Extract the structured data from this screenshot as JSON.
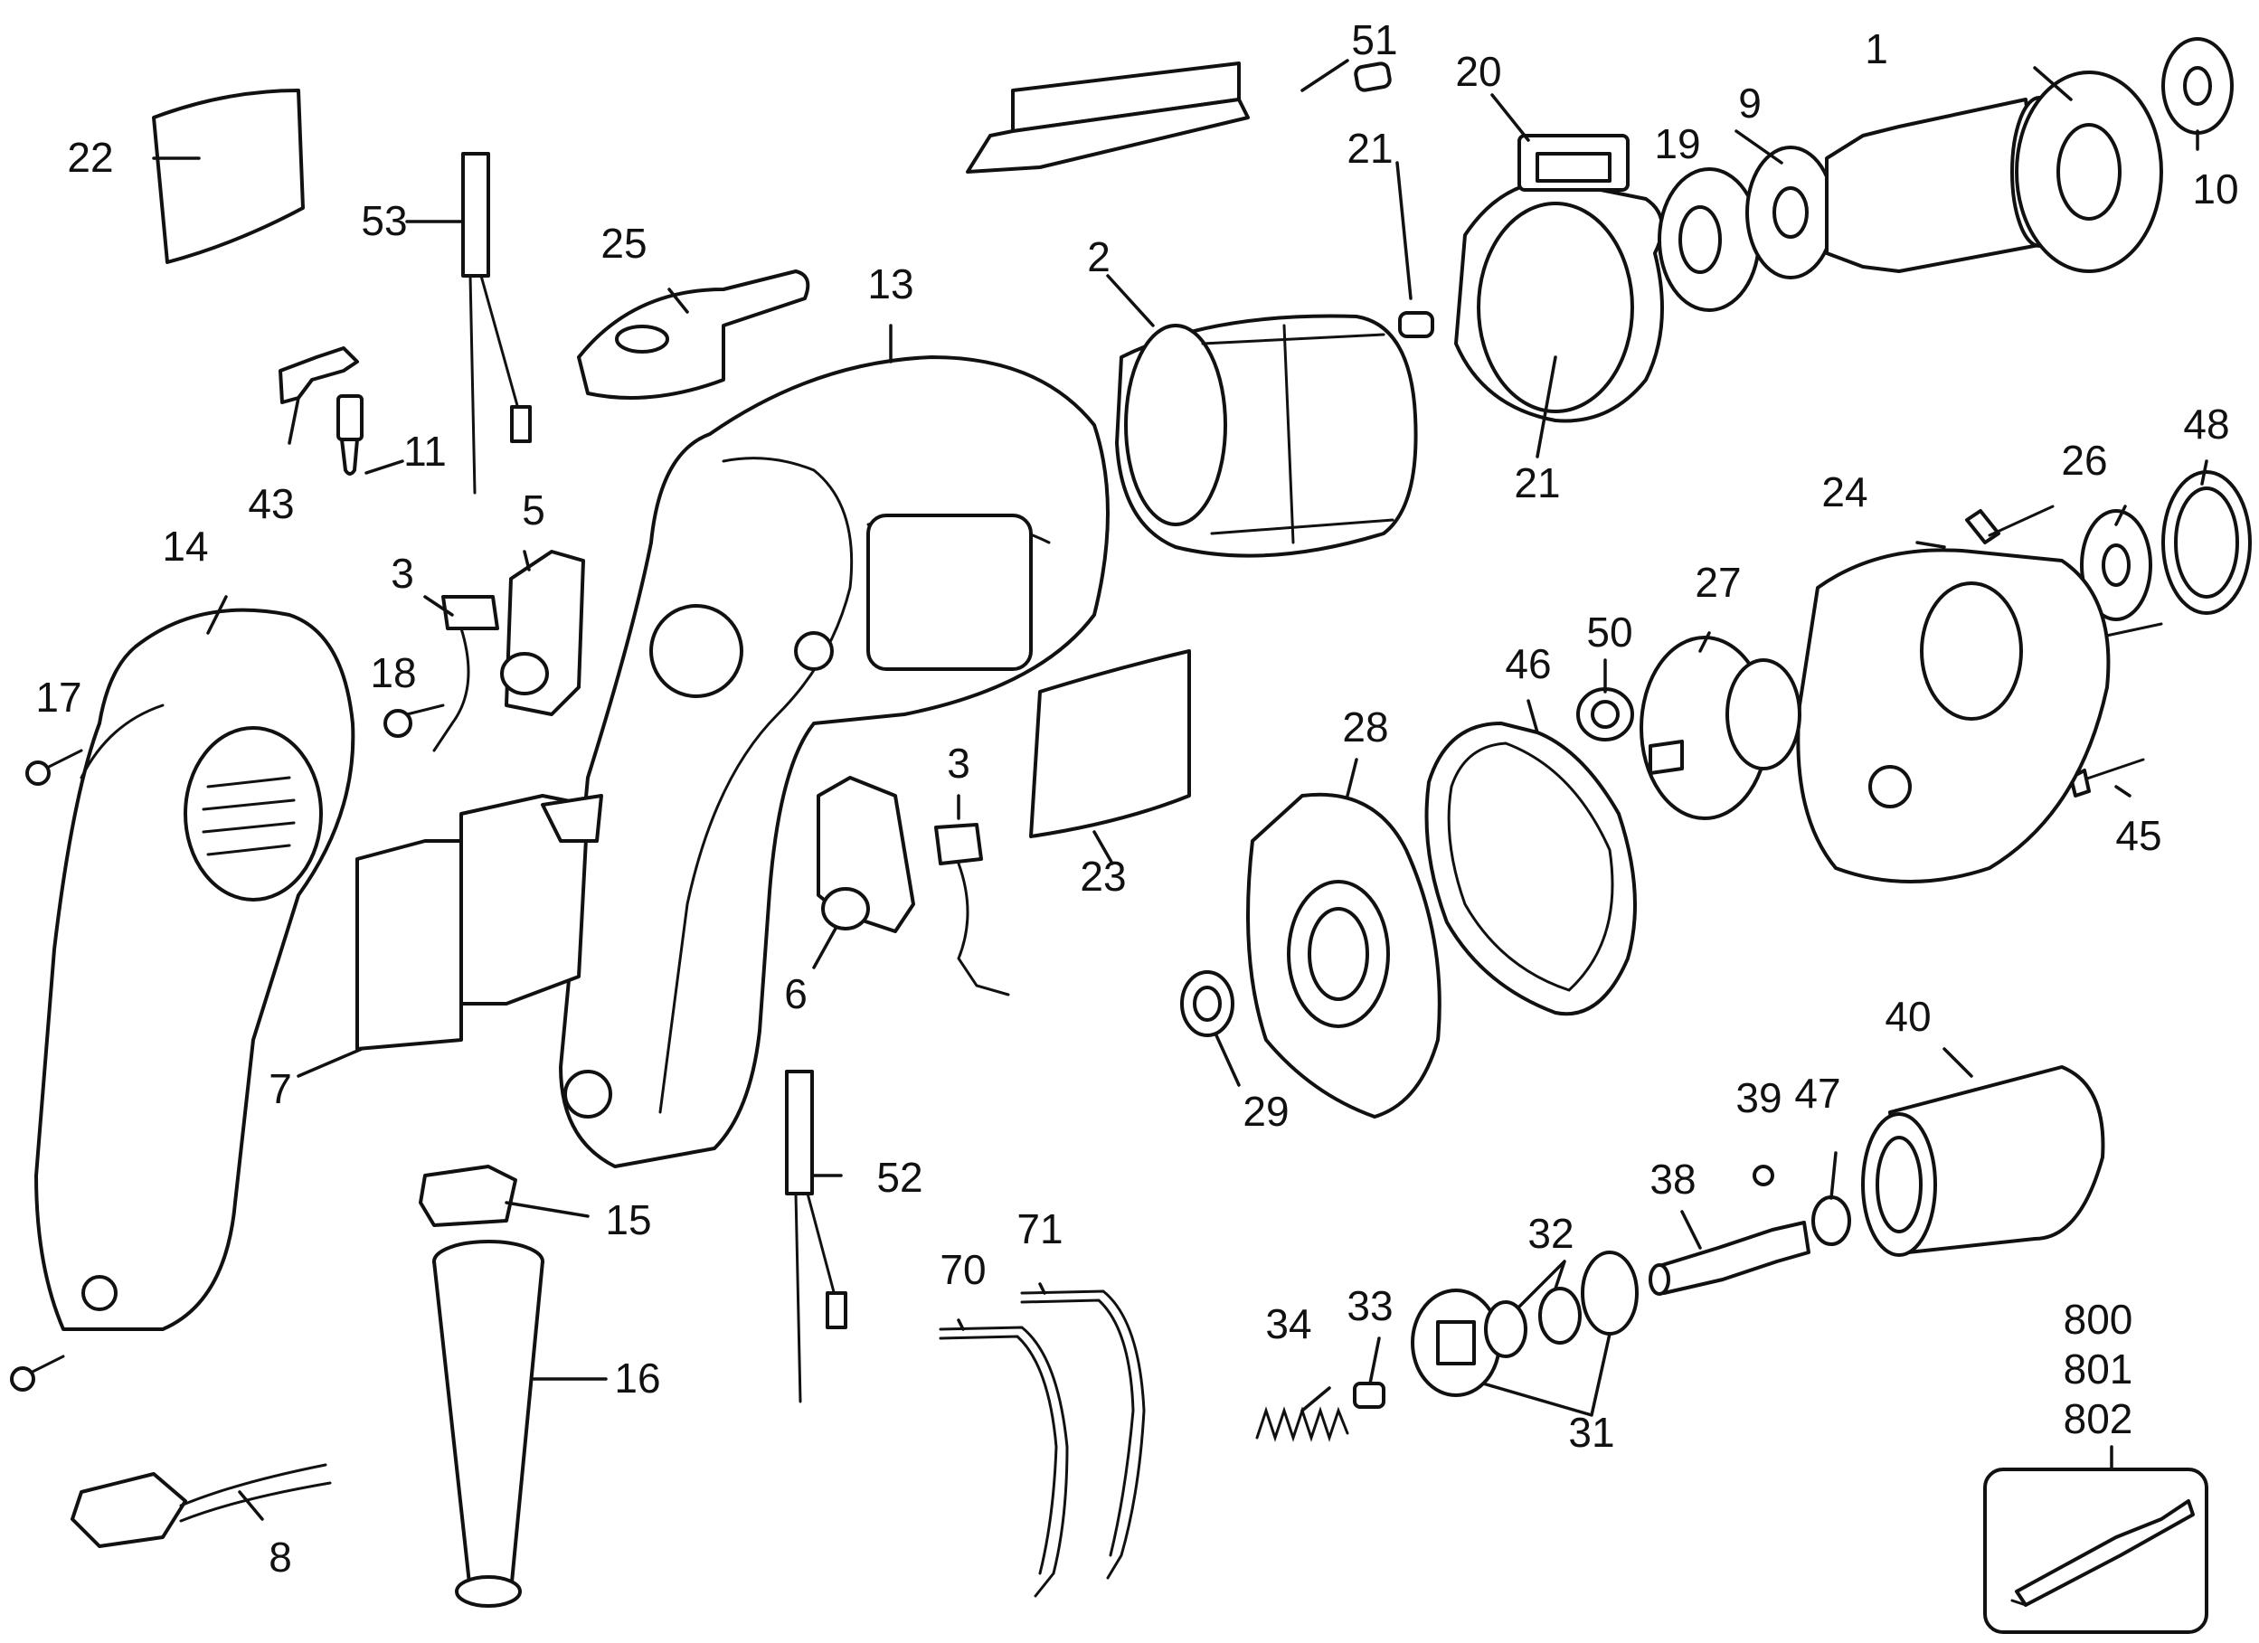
{
  "callouts": [
    {
      "id": "c1",
      "label": "1"
    },
    {
      "id": "c2",
      "label": "2"
    },
    {
      "id": "c3a",
      "label": "3"
    },
    {
      "id": "c3b",
      "label": "3"
    },
    {
      "id": "c5",
      "label": "5"
    },
    {
      "id": "c6",
      "label": "6"
    },
    {
      "id": "c7",
      "label": "7"
    },
    {
      "id": "c8",
      "label": "8"
    },
    {
      "id": "c9",
      "label": "9"
    },
    {
      "id": "c10",
      "label": "10"
    },
    {
      "id": "c11",
      "label": "11"
    },
    {
      "id": "c13",
      "label": "13"
    },
    {
      "id": "c14",
      "label": "14"
    },
    {
      "id": "c15",
      "label": "15"
    },
    {
      "id": "c16",
      "label": "16"
    },
    {
      "id": "c17",
      "label": "17"
    },
    {
      "id": "c18",
      "label": "18"
    },
    {
      "id": "c19",
      "label": "19"
    },
    {
      "id": "c20",
      "label": "20"
    },
    {
      "id": "c21a",
      "label": "21"
    },
    {
      "id": "c21b",
      "label": "21"
    },
    {
      "id": "c22",
      "label": "22"
    },
    {
      "id": "c23",
      "label": "23"
    },
    {
      "id": "c24",
      "label": "24"
    },
    {
      "id": "c25",
      "label": "25"
    },
    {
      "id": "c26",
      "label": "26"
    },
    {
      "id": "c27",
      "label": "27"
    },
    {
      "id": "c28",
      "label": "28"
    },
    {
      "id": "c29",
      "label": "29"
    },
    {
      "id": "c31",
      "label": "31"
    },
    {
      "id": "c32",
      "label": "32"
    },
    {
      "id": "c33",
      "label": "33"
    },
    {
      "id": "c34",
      "label": "34"
    },
    {
      "id": "c38",
      "label": "38"
    },
    {
      "id": "c39",
      "label": "39"
    },
    {
      "id": "c40",
      "label": "40"
    },
    {
      "id": "c43",
      "label": "43"
    },
    {
      "id": "c45",
      "label": "45"
    },
    {
      "id": "c46",
      "label": "46"
    },
    {
      "id": "c47",
      "label": "47"
    },
    {
      "id": "c48",
      "label": "48"
    },
    {
      "id": "c50",
      "label": "50"
    },
    {
      "id": "c51",
      "label": "51"
    },
    {
      "id": "c52",
      "label": "52"
    },
    {
      "id": "c53",
      "label": "53"
    },
    {
      "id": "c70",
      "label": "70"
    },
    {
      "id": "c71",
      "label": "71"
    },
    {
      "id": "c800",
      "label": "800"
    },
    {
      "id": "c801",
      "label": "801"
    },
    {
      "id": "c802",
      "label": "802"
    }
  ]
}
